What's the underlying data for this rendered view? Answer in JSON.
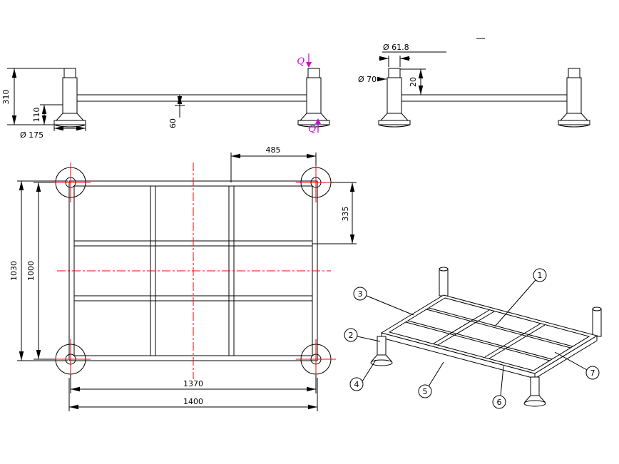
{
  "colors": {
    "line": "#000000",
    "centerline": "#ff0000",
    "section_mark": "#d400d4",
    "background": "#ffffff"
  },
  "front_view": {
    "dims": {
      "total_height": "310",
      "lower_height": "110",
      "foot_diameter": "Ø 175",
      "bar_offset": "60"
    },
    "section_mark": "Q"
  },
  "side_view": {
    "dims": {
      "cap_diameter": "Ø 61.8",
      "leg_diameter": "Ø 70",
      "step": "20"
    }
  },
  "plan_view": {
    "dims": {
      "pocket_width": "485",
      "pocket_depth": "335",
      "overall_depth": "1030",
      "leg_pitch_depth": "1000",
      "leg_pitch_width": "1370",
      "overall_width": "1400"
    }
  },
  "isometric_view": {
    "balloons": [
      "1",
      "2",
      "3",
      "4",
      "5",
      "6",
      "7"
    ]
  }
}
